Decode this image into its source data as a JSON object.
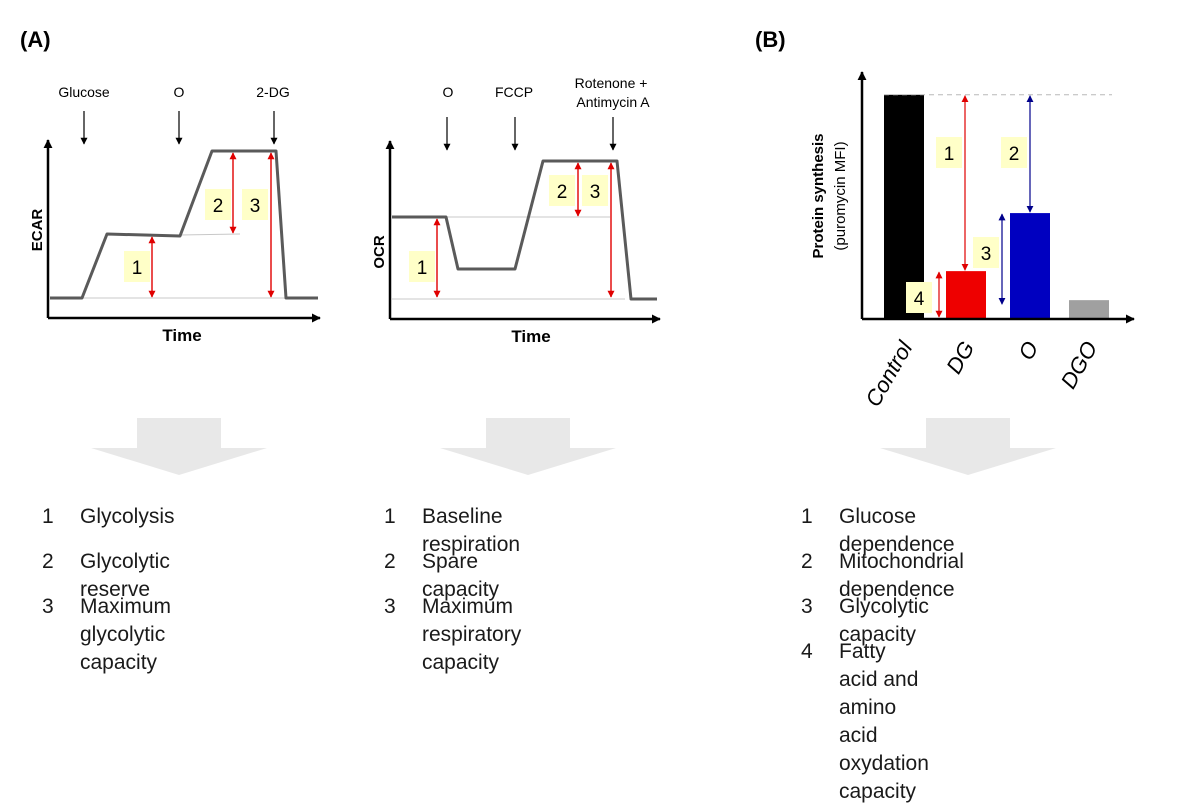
{
  "panel_a": {
    "label": "(A)",
    "ecar": {
      "ylabel": "ECAR",
      "xlabel": "Time",
      "injections": [
        "Glucose",
        "O",
        "2-DG"
      ],
      "markers": [
        "1",
        "2",
        "3"
      ]
    },
    "ocr": {
      "ylabel": "OCR",
      "xlabel": "Time",
      "injections": [
        "O",
        "FCCP",
        "Rotenone +\nAntimycin A"
      ],
      "markers": [
        "1",
        "2",
        "3"
      ]
    }
  },
  "panel_b": {
    "label": "(B)",
    "chart_data": {
      "type": "bar",
      "ylabel": "Protein synthesis",
      "ylabel_sub": "(puromycin MFI)",
      "categories": [
        "Control",
        "DG",
        "O",
        "DGO"
      ],
      "values": [
        100,
        21,
        47,
        8
      ],
      "ylim": [
        0,
        112
      ],
      "colors": [
        "#000000",
        "#ee0000",
        "#0000c0",
        "#a0a0a0"
      ],
      "markers": [
        "1",
        "2",
        "3",
        "4"
      ]
    }
  },
  "legends": {
    "ecar": [
      {
        "num": "1",
        "text": "Glycolysis"
      },
      {
        "num": "2",
        "text": "Glycolytic reserve"
      },
      {
        "num": "3",
        "text": "Maximum glycolytic\ncapacity"
      }
    ],
    "ocr": [
      {
        "num": "1",
        "text": "Baseline respiration"
      },
      {
        "num": "2",
        "text": "Spare capacity"
      },
      {
        "num": "3",
        "text": "Maximum respiratory\ncapacity"
      }
    ],
    "protein": [
      {
        "num": "1",
        "text": "Glucose dependence"
      },
      {
        "num": "2",
        "text": "Mitochondrial dependence"
      },
      {
        "num": "3",
        "text": "Glycolytic capacity"
      },
      {
        "num": "4",
        "text": "Fatty acid and amino acid\noxydation capacity"
      }
    ]
  }
}
